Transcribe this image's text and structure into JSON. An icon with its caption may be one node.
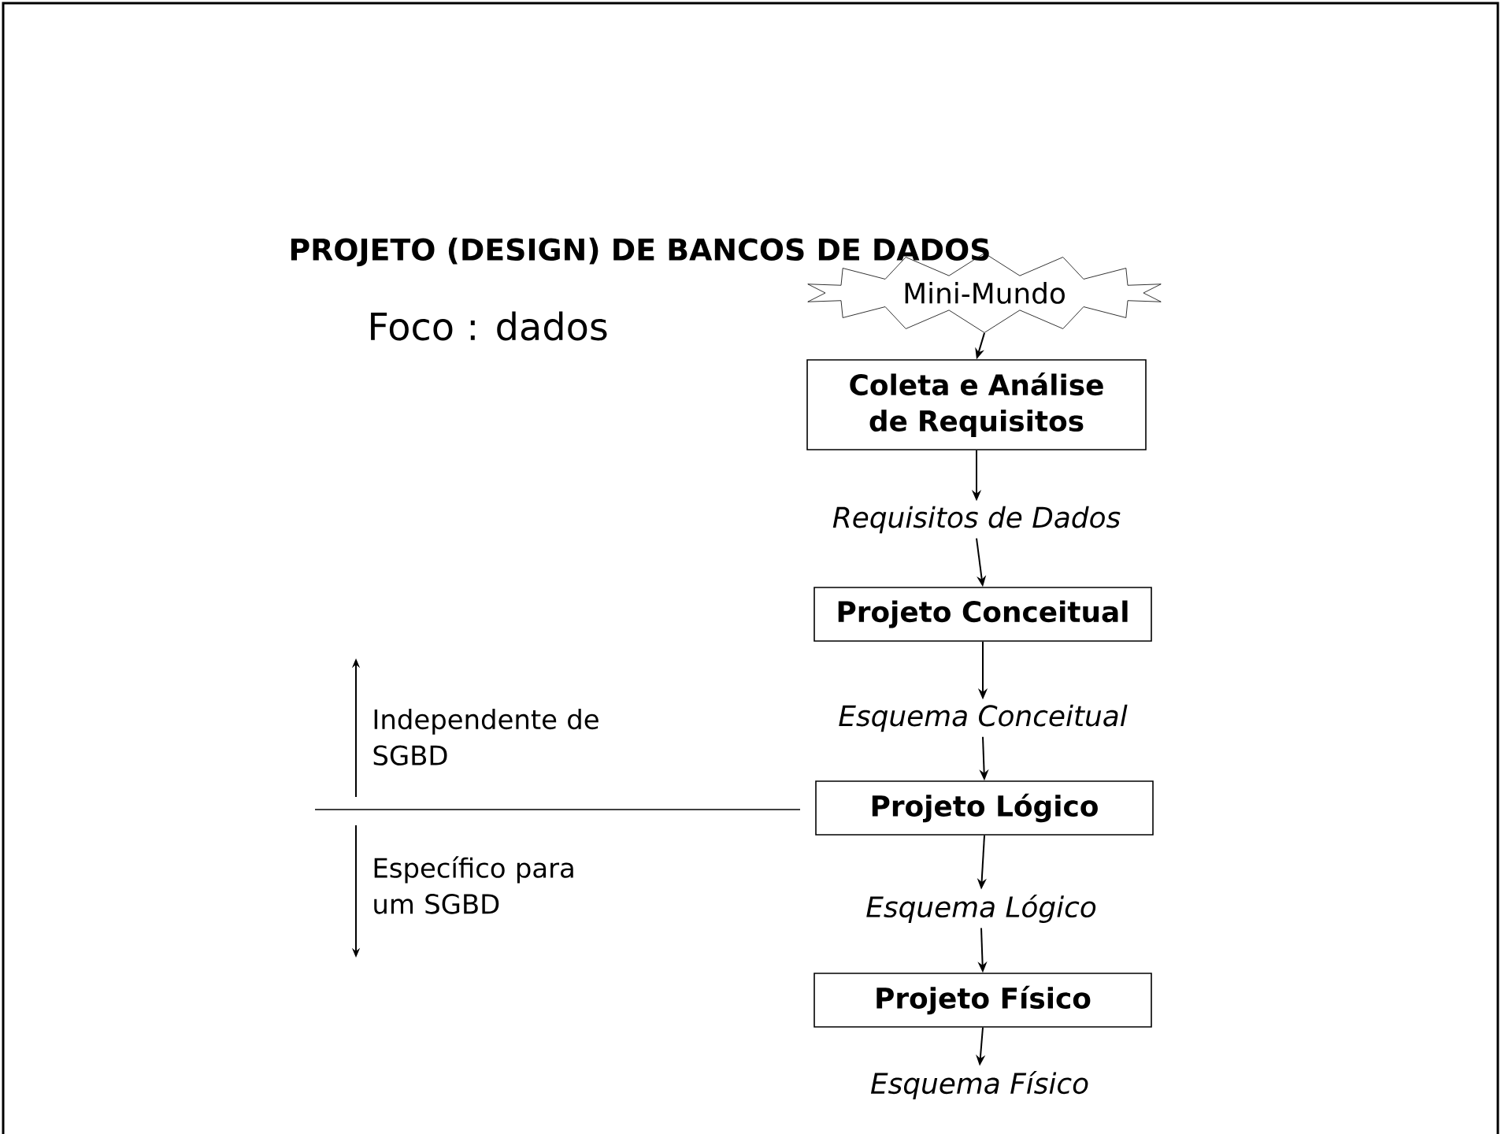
{
  "diagram": {
    "title": "PROJETO (DESIGN) DE BANCOS DE DADOS",
    "nodes": [
      {
        "text": [
          "Mini-Mundo"
        ]
      },
      {
        "text": [
          "Coleta e Análise de Requisitos"
        ]
      },
      {
        "text": [
          "Requisitos de Dados"
        ]
      },
      {
        "text": [
          "Projeto Conceitual"
        ]
      },
      {
        "text": [
          "Esquema Conceitual"
        ]
      },
      {
        "text": [
          "Projeto Lógico"
        ]
      },
      {
        "text": [
          "Esquema Lógico"
        ]
      },
      {
        "text": [
          "Projeto Físico"
        ]
      },
      {
        "text": [
          "Esquema Físico"
        ]
      }
    ],
    "edges": [
      {
        "from": 0,
        "to": 1,
        "arrow": "to"
      },
      {
        "from": 1,
        "to": 2,
        "arrow": "to"
      },
      {
        "from": 2,
        "to": 3,
        "arrow": "to"
      },
      {
        "from": 3,
        "to": 4,
        "arrow": "to"
      },
      {
        "from": 4,
        "to": 5,
        "arrow": "to"
      },
      {
        "from": 5,
        "to": 6,
        "arrow": "to"
      },
      {
        "from": 6,
        "to": 7,
        "arrow": "to"
      },
      {
        "from": 7,
        "to": 8,
        "arrow": "to"
      }
    ],
    "labels": [
      "Foco : dados",
      "Independente de SGBD",
      "Específico para um SGBD"
    ]
  }
}
